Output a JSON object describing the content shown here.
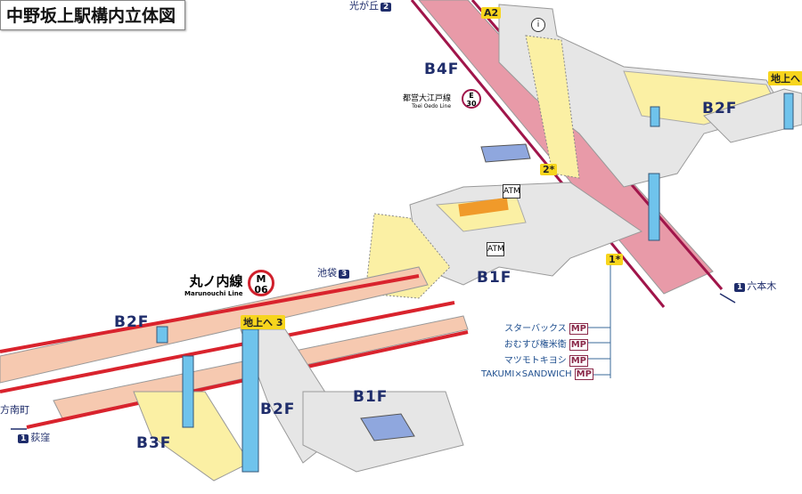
{
  "title": "中野坂上駅構内立体図",
  "floors": {
    "b4f": "B4F",
    "b2f_top": "B2F",
    "b1f_main": "B1F",
    "b2f_left": "B2F",
    "b2f_center": "B2F",
    "b1f_lower": "B1F",
    "b3f": "B3F"
  },
  "directions": {
    "hikarigaoka": {
      "label": "光が丘",
      "num": "2"
    },
    "ikebukuro": {
      "label": "池袋",
      "num": "3"
    },
    "roppongi": {
      "label": "六本木",
      "num": "1"
    },
    "ogikubo": {
      "label": "荻窪",
      "num": "1"
    },
    "honancho": {
      "label": "方南町"
    }
  },
  "exits": {
    "a2": "A2",
    "to_ground_right": "地上へ",
    "to_ground_3": "地上へ 3",
    "two": "2*",
    "one": "1*"
  },
  "lines": {
    "oedo": {
      "name": "都営大江戸線",
      "en": "Toei Oedo Line",
      "code_letter": "E",
      "code_num": "30"
    },
    "marunouchi": {
      "name": "丸ノ内線",
      "en": "Marunouchi Line",
      "code_letter": "M",
      "code_num": "06"
    }
  },
  "facilities": {
    "atm1": "ATM",
    "atm2": "ATM",
    "info": "i"
  },
  "shops": [
    {
      "name": "スターバックス",
      "badge": "MP"
    },
    {
      "name": "おむすび権米衛",
      "badge": "MP"
    },
    {
      "name": "マツモトキヨシ",
      "badge": "MP"
    },
    {
      "name": "TAKUMI×SANDWICH",
      "badge": "MP"
    }
  ],
  "colors": {
    "oedo_platform": "#e89aa8",
    "oedo_line": "#a0154a",
    "marunouchi_platform": "#f6c9b0",
    "marunouchi_line": "#d9232d",
    "concourse": "#e6e6e6",
    "yellow_area": "#fbf0a4",
    "elevator": "#6fc3ec"
  }
}
